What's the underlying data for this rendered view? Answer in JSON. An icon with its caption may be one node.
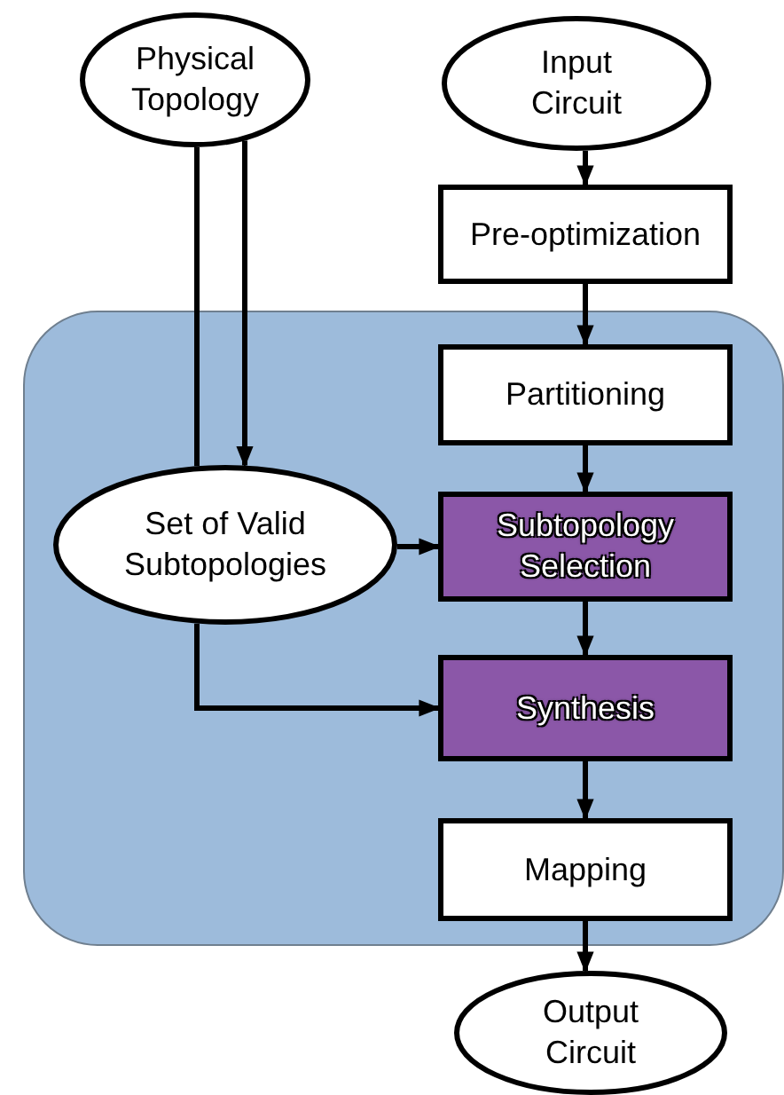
{
  "diagram": {
    "nodes": [
      {
        "text": [
          "Physical Topology"
        ]
      },
      {
        "text": [
          "Input Circuit"
        ]
      },
      {
        "text": [
          "Pre-optimization"
        ]
      },
      {
        "text": [],
        "shape": "box"
      },
      {
        "text": [
          "Partitioning"
        ],
        "in": 3
      },
      {
        "text": [
          "Set of Valid Subtopologies"
        ],
        "in": 3
      },
      {
        "text": [
          "Subtopology Selection"
        ],
        "in": 3
      },
      {
        "text": [
          "Synthesis"
        ],
        "in": 3
      },
      {
        "text": [
          "Mapping"
        ],
        "in": 3
      },
      {
        "text": [
          "Output Circuit"
        ]
      }
    ],
    "edges": [
      {
        "from": 1,
        "to": 2,
        "arrow": "to"
      },
      {
        "from": 2,
        "to": 4,
        "arrow": "to"
      },
      {
        "from": 4,
        "to": 6,
        "arrow": "to"
      },
      {
        "from": 6,
        "to": 7,
        "arrow": "to"
      },
      {
        "from": 7,
        "to": 8,
        "arrow": "to"
      },
      {
        "from": 8,
        "to": 9,
        "arrow": "to"
      },
      {
        "from": 0,
        "to": 5,
        "arrow": "none"
      },
      {
        "from": 0,
        "to": 5,
        "arrow": "to"
      },
      {
        "from": 5,
        "to": 6,
        "arrow": "to"
      },
      {
        "from": 5,
        "to": 7,
        "arrow": "to"
      }
    ]
  }
}
